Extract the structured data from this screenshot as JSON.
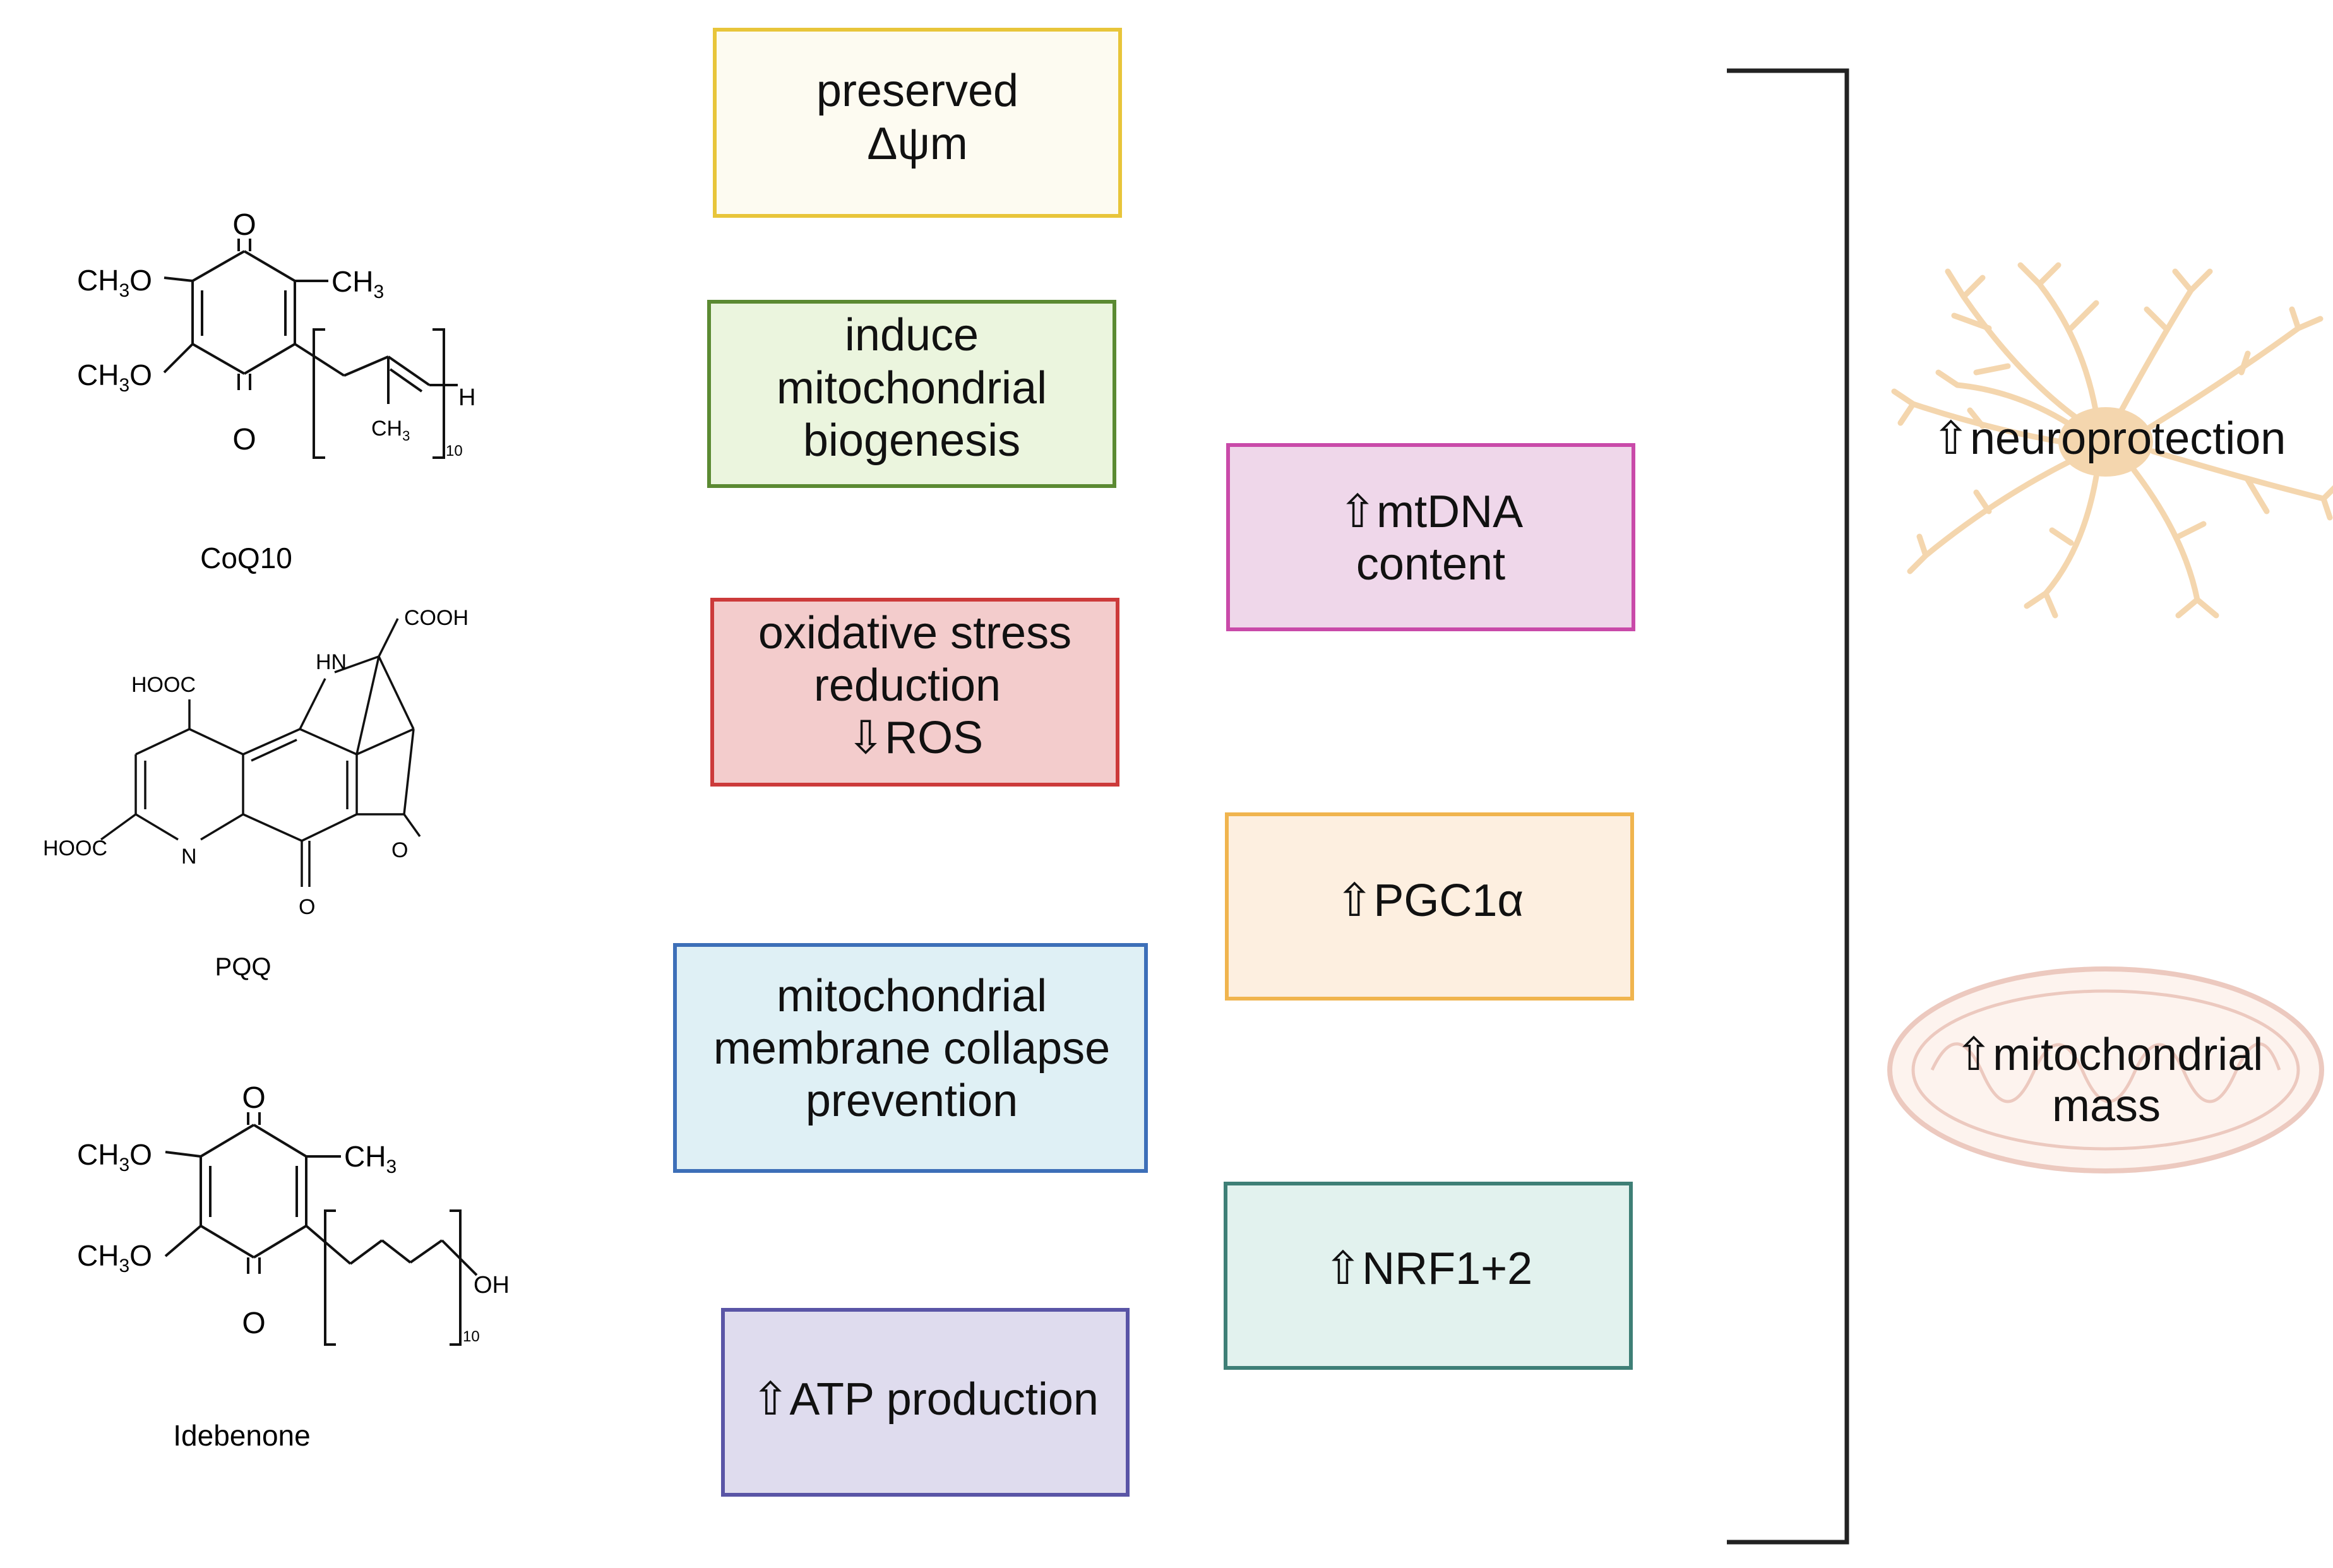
{
  "molecules": [
    {
      "name": "CoQ10",
      "labels": {
        "o_top": "O",
        "o_bottom": "O",
        "ch3o_upper": "CH",
        "ch3o_upper_sub": "3",
        "ch3o_upper_tail": "O",
        "ch3o_lower": "CH",
        "ch3o_lower_sub": "3",
        "ch3o_lower_tail": "O",
        "ch3_ring": "CH",
        "ch3_ring_sub": "3",
        "ch3_chain": "CH",
        "ch3_chain_sub": "3",
        "h_end": "H",
        "repeat": "10"
      }
    },
    {
      "name": "PQQ",
      "labels": {
        "cooh_top": "COOH",
        "hooc_left_top": "HOOC",
        "hooc_left_bottom": "HOOC",
        "hn": "HN",
        "n": "N",
        "o_right": "O",
        "o_bottom": "O"
      }
    },
    {
      "name": "Idebenone",
      "labels": {
        "o_top": "O",
        "o_bottom": "O",
        "ch3o_upper": "CH",
        "ch3o_upper_sub": "3",
        "ch3o_upper_tail": "O",
        "ch3o_lower": "CH",
        "ch3o_lower_sub": "3",
        "ch3o_lower_tail": "O",
        "ch3_ring": "CH",
        "ch3_ring_sub": "3",
        "oh_end": "OH",
        "repeat": "10"
      }
    }
  ],
  "effect_boxes": [
    {
      "lines": [
        "preserved",
        "Δψm"
      ],
      "fill": "#fdfbf1",
      "stroke": "#e8c53a"
    },
    {
      "lines": [
        "induce",
        "mitochondrial",
        "biogenesis"
      ],
      "fill": "#ebf5de",
      "stroke": "#5b8a32"
    },
    {
      "lines": [
        "oxidative stress",
        "reduction",
        "⇩ROS"
      ],
      "fill": "#f3cccc",
      "stroke": "#cc3a3a"
    },
    {
      "lines": [
        "mitochondrial",
        "membrane collapse",
        "prevention"
      ],
      "fill": "#dff0f5",
      "stroke": "#3d6fb8"
    },
    {
      "lines": [
        "⇧ATP production"
      ],
      "fill": "#dfdcee",
      "stroke": "#5a55a6"
    }
  ],
  "marker_boxes": [
    {
      "lines": [
        "⇧mtDNA",
        "content"
      ],
      "fill": "#efd7ea",
      "stroke": "#c94aa9"
    },
    {
      "lines": [
        "⇧PGC1α"
      ],
      "fill": "#fdefe0",
      "stroke": "#f0b44e"
    },
    {
      "lines": [
        "⇧NRF1+2"
      ],
      "fill": "#e2f2ee",
      "stroke": "#3e7f76"
    }
  ],
  "outcomes": [
    {
      "text": "⇧neuroprotection",
      "icon": "astrocyte-icon"
    },
    {
      "lines": [
        "⇧mitochondrial",
        "mass"
      ],
      "icon": "mitochondrion-icon"
    }
  ],
  "colors": {
    "bracket": "#222222",
    "astrocyte": "#f4d6ae",
    "mito_fill": "#fdf3ee",
    "mito_stroke": "#ecc9bf",
    "text": "#111111"
  }
}
